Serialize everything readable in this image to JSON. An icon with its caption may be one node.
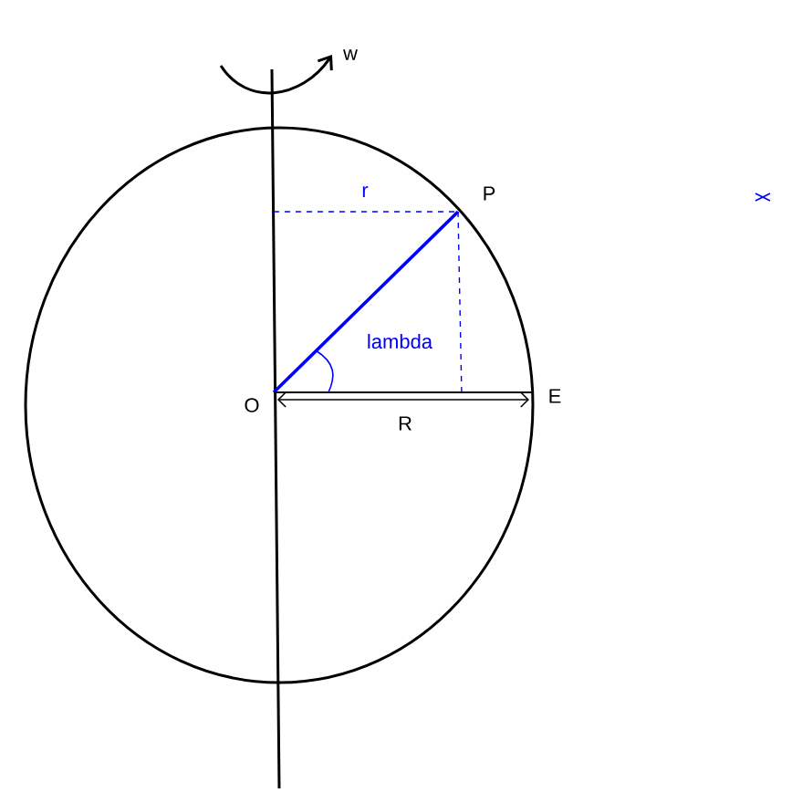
{
  "diagram": {
    "labels": [
      "w",
      "r",
      "P",
      "lambda",
      "O",
      "E",
      "R"
    ]
  }
}
